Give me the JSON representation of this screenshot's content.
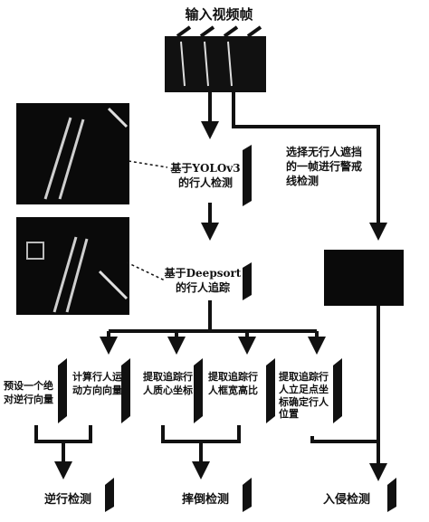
{
  "title": "输入视频帧",
  "steps": {
    "yolo": [
      "基于YOLOv3",
      "的行人检测"
    ],
    "deepsort": [
      "基于Deepsort",
      "的行人追踪"
    ],
    "select_frame": [
      "选择无行人遮挡",
      "的一帧进行警戒",
      "线检测"
    ]
  },
  "features": [
    [
      "预设一个绝",
      "对逆行向量"
    ],
    [
      "计算行人运",
      "动方向向量"
    ],
    [
      "提取追踪行",
      "人质心坐标"
    ],
    [
      "提取追踪行",
      "人框宽高比"
    ],
    [
      "提取追踪行",
      "人立足点坐",
      "标确定行人",
      "位置"
    ]
  ],
  "outputs": [
    "逆行检测",
    "摔倒检测",
    "入侵检测"
  ]
}
